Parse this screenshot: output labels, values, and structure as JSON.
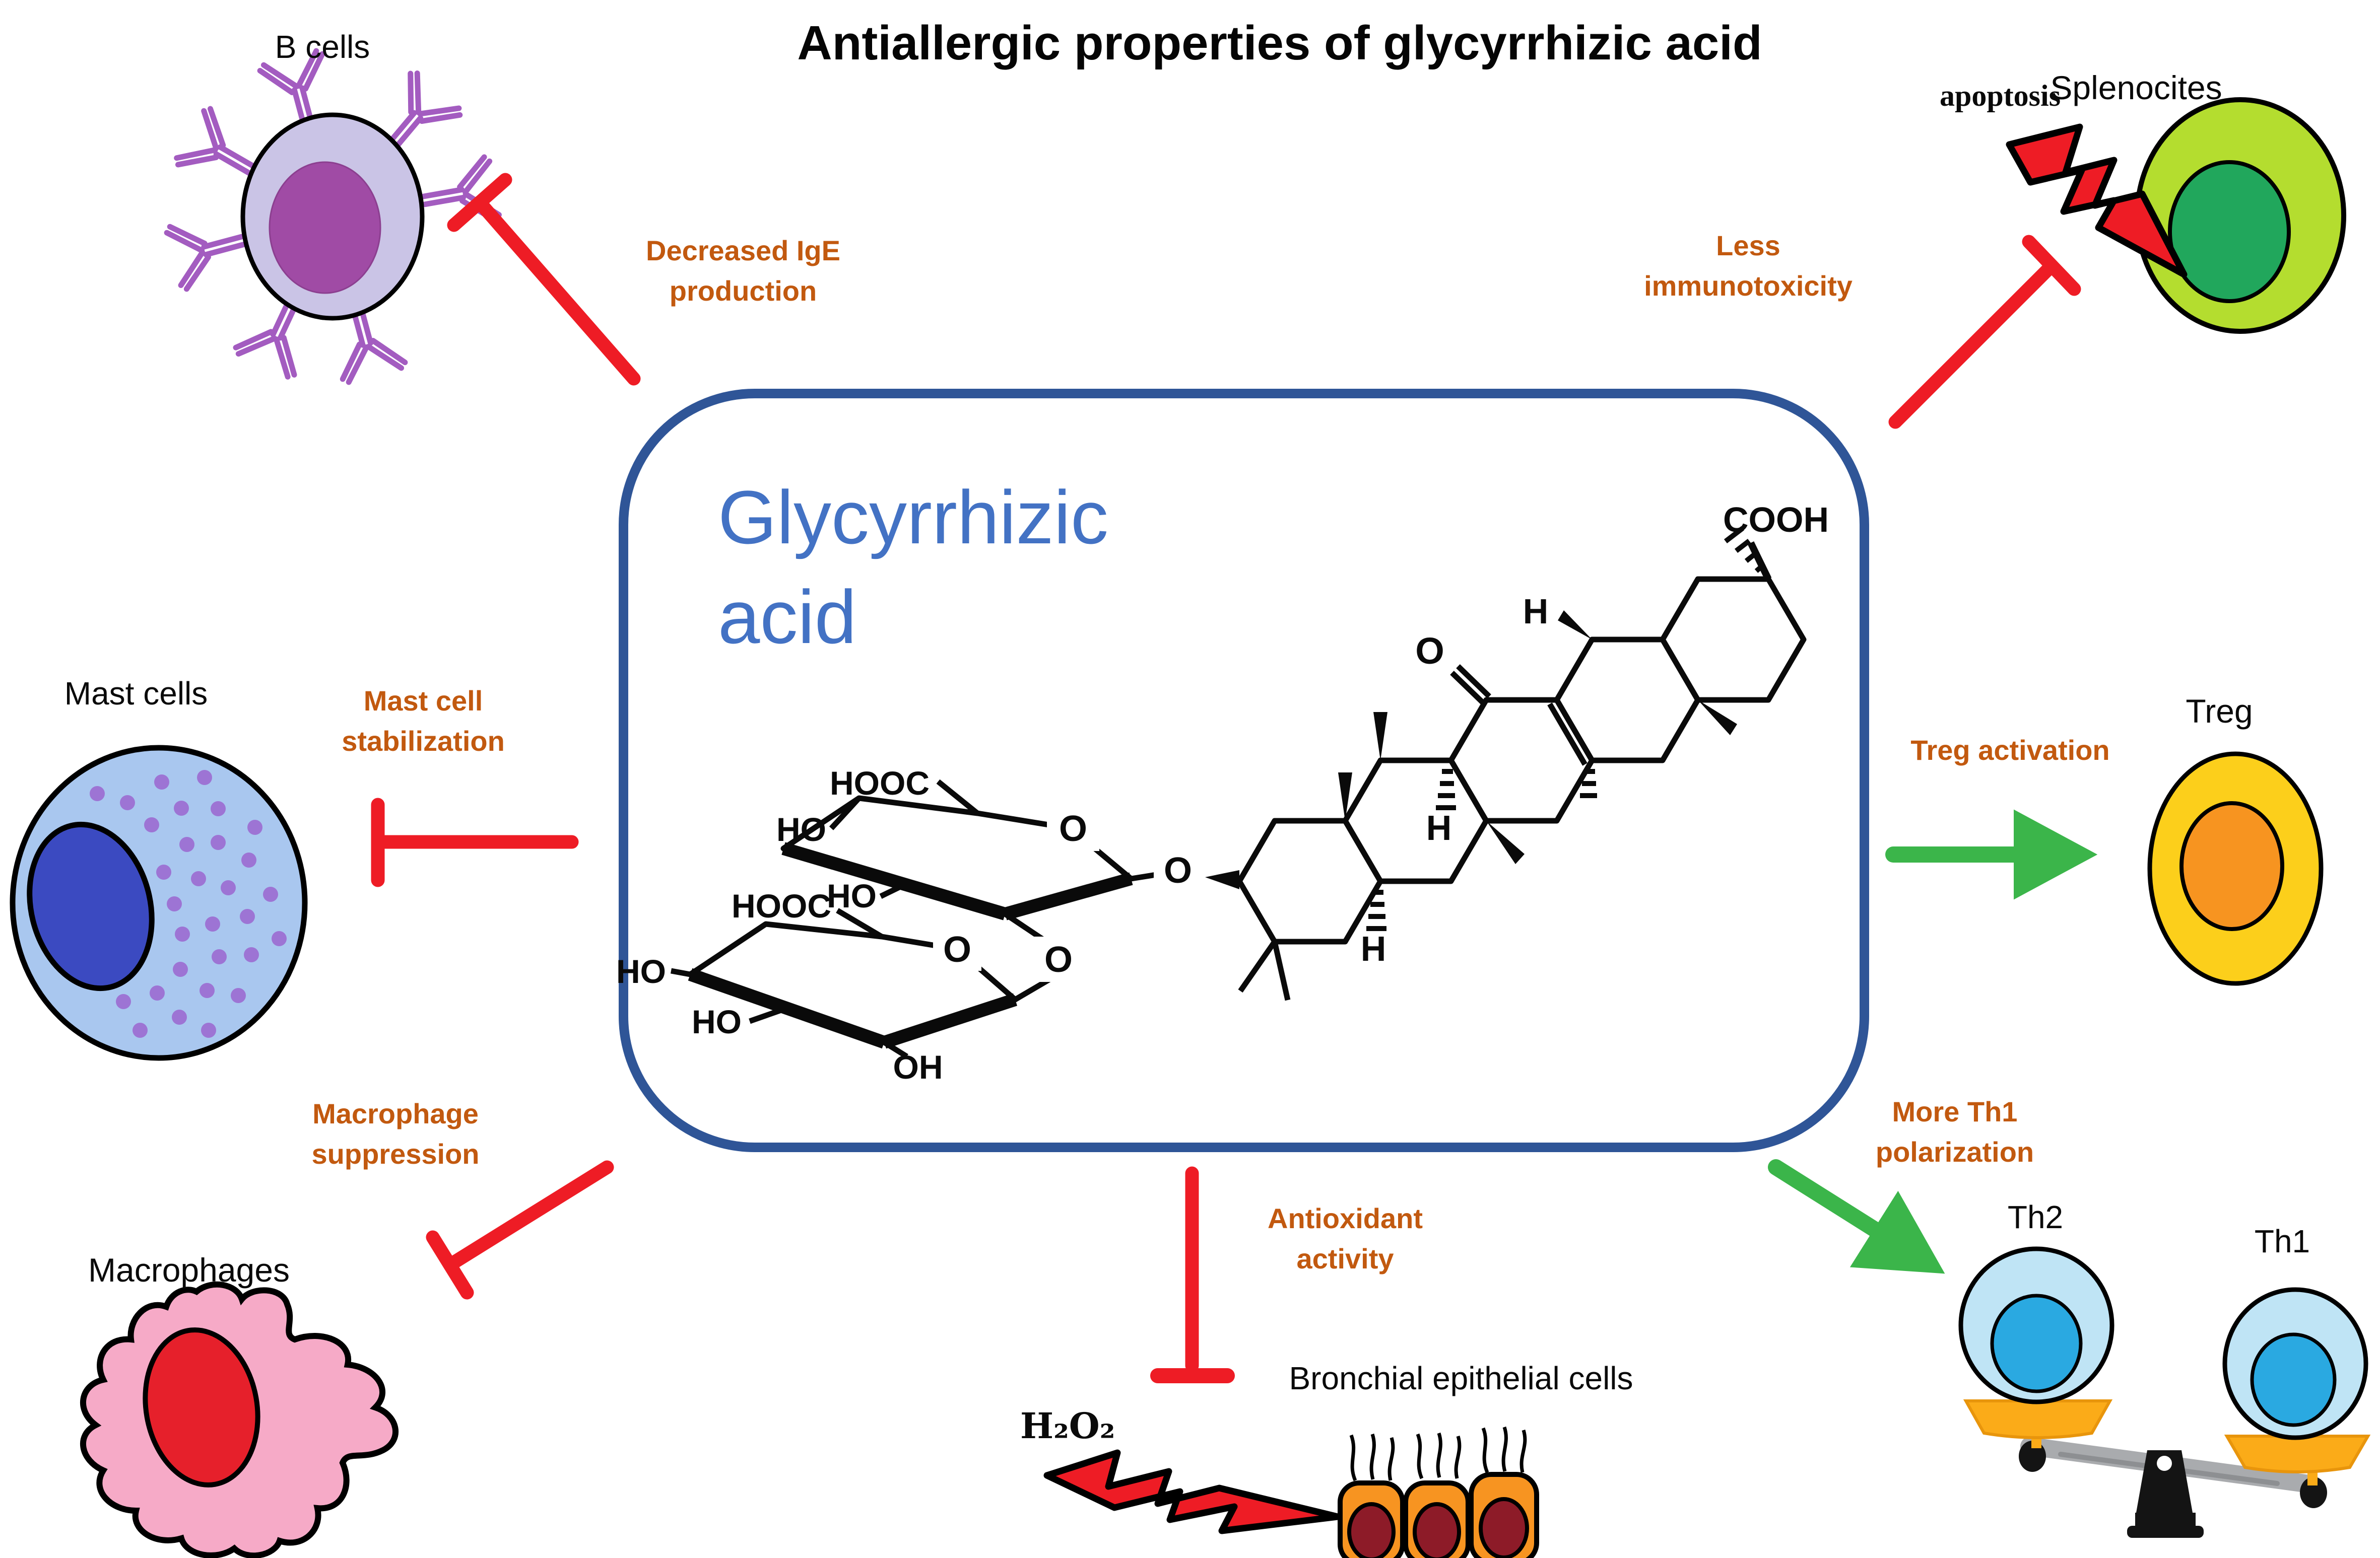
{
  "title": "Antiallergic properties of glycyrrhizic acid",
  "center_box": {
    "compound_line1": "Glycyrrhizic",
    "compound_line2": "acid"
  },
  "nodes": {
    "b_cells": {
      "label": "B cells"
    },
    "splenocites": {
      "label": "Splenocites",
      "event": "apoptosis"
    },
    "mast_cells": {
      "label": "Mast cells"
    },
    "treg": {
      "label": "Treg"
    },
    "macrophages": {
      "label": "Macrophages"
    },
    "bronchial": {
      "label": "Bronchial epithelial cells",
      "stressor": "H₂O₂"
    },
    "th_balance": {
      "th2": "Th2",
      "th1": "Th1"
    }
  },
  "effects": {
    "decreased_ige": {
      "line1": "Decreased IgE",
      "line2": "production"
    },
    "less_immunotoxicity": {
      "line1": "Less",
      "line2": "immunotoxicity"
    },
    "mast_stabilization": {
      "line1": "Mast cell",
      "line2": "stabilization"
    },
    "treg_activation": {
      "label": "Treg activation"
    },
    "macrophage_suppression": {
      "line1": "Macrophage",
      "line2": "suppression"
    },
    "antioxidant": {
      "line1": "Antioxidant",
      "line2": "activity"
    },
    "th1_polarization": {
      "line1": "More Th1",
      "line2": "polarization"
    }
  },
  "chemistry": {
    "cooh": "COOH",
    "hooc": "HOOC",
    "ho": "HO",
    "oh": "OH",
    "o": "O",
    "h": "H"
  },
  "colors": {
    "effect_text": "#c2590f",
    "compound_text": "#4372c4",
    "box_border": "#2f5597",
    "inhibition_arrow": "#ee1c25",
    "activation_arrow": "#3bb54a",
    "b_cell_body": "#cac4e6",
    "b_cell_nucleus": "#a04ba5",
    "antibody": "#a35cc0",
    "splenocyte_body": "#b4dd2f",
    "splenocyte_nucleus": "#21a75c",
    "mast_body": "#a9c7ef",
    "mast_nucleus": "#3b4ac1",
    "mast_granule": "#9d74d4",
    "treg_body": "#fccf1b",
    "treg_nucleus": "#f79420",
    "macrophage_body": "#f6aac7",
    "macrophage_nucleus": "#e6202b",
    "epithelial_body": "#f79421",
    "epithelial_nucleus": "#8d1b28",
    "th_cell_body": "#bfe4f5",
    "th_cell_nucleus": "#2aa9e1",
    "scale_pan": "#fbab18",
    "scale_beam": "#a9abae",
    "scale_pivot": "#141414"
  }
}
